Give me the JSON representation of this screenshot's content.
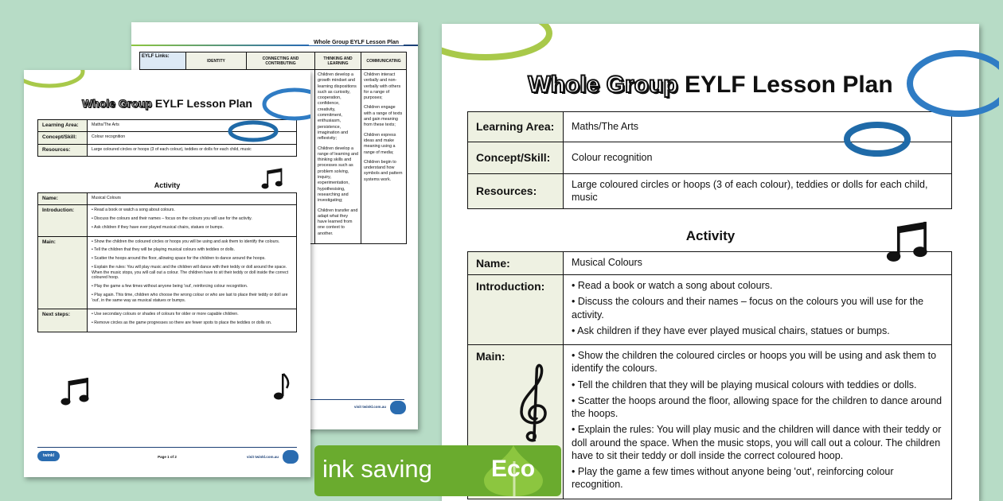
{
  "colors": {
    "background": "#b7dcc6",
    "green_hoop": "#a8c94a",
    "blue_hoop": "#2f7cc4",
    "badge": "#6aab2e",
    "leaf": "#8cc63f"
  },
  "back_page": {
    "header": "Whole Group EYLF Lesson Plan",
    "eylf_headers": [
      "EYLF Links:",
      "IDENTITY",
      "CONNECTING AND CONTRIBUTING",
      "THINKING AND LEARNING",
      "COMMUNICATING"
    ],
    "thinking": [
      "Children develop a growth mindset and learning dispositions such as curiosity, cooperation, confidence, creativity, commitment, enthusiasm, persistence, imagination and reflexivity;",
      "Children develop a range of learning and thinking skills and processes such as problem solving, inquiry, experimentation, hypothesising, researching and investigating;",
      "Children transfer and adapt what they have learned from one context to another."
    ],
    "communicating": [
      "Children interact verbally and non-verbally with others for a range of purposes;",
      "Children engage with a range of texts and gain meaning from these texts;",
      "Children express ideas and make meaning using a range of media;",
      "Children begin to understand how symbols and pattern systems work."
    ],
    "footer_url": "visit twinkl.com.au"
  },
  "lesson": {
    "title_outline": "Whole Group",
    "title_rest": "EYLF Lesson Plan",
    "info": [
      {
        "label": "Learning Area:",
        "value": "Maths/The Arts"
      },
      {
        "label": "Concept/Skill:",
        "value": "Colour recognition"
      },
      {
        "label": "Resources:",
        "value": "Large coloured circles or hoops (3 of each colour), teddies or dolls for each child, music"
      }
    ],
    "activity_heading": "Activity",
    "name_label": "Name:",
    "name_value": "Musical Colours",
    "intro_label": "Introduction:",
    "intro": [
      "Read a book or watch a song about colours.",
      "Discuss the colours and their names – focus on the colours you will use for the activity.",
      "Ask children if they have ever played musical chairs, statues or bumps."
    ],
    "main_label": "Main:",
    "main": [
      "Show the children the coloured circles or hoops you will be using and ask them to identify the colours.",
      "Tell the children that they will be playing musical colours with teddies or dolls.",
      "Scatter the hoops around the floor, allowing space for the children to dance around the hoops.",
      "Explain the rules: You will play music and the children will dance with their teddy or doll around the space. When the music stops, you will call out a colour. The children have to sit their teddy or doll inside the correct coloured hoop.",
      "Play the game a few times without anyone being 'out', reinforcing colour recognition.",
      "Play again. This time, children who choose the wrong colour or who are last to place their teddy or doll are 'out', in the same way as musical statues or bumps."
    ],
    "next_label": "Next steps:",
    "next": [
      "Use secondary colours or shades of colours for older or more capable children.",
      "Remove circles as the game progresses so there are fewer spots to place the teddies or dolls on."
    ],
    "page_number": "Page 1 of 2",
    "footer_url": "visit twinkl.com.au",
    "logo": "twinkl"
  },
  "badge": {
    "text": "ink saving",
    "eco": "Eco"
  }
}
